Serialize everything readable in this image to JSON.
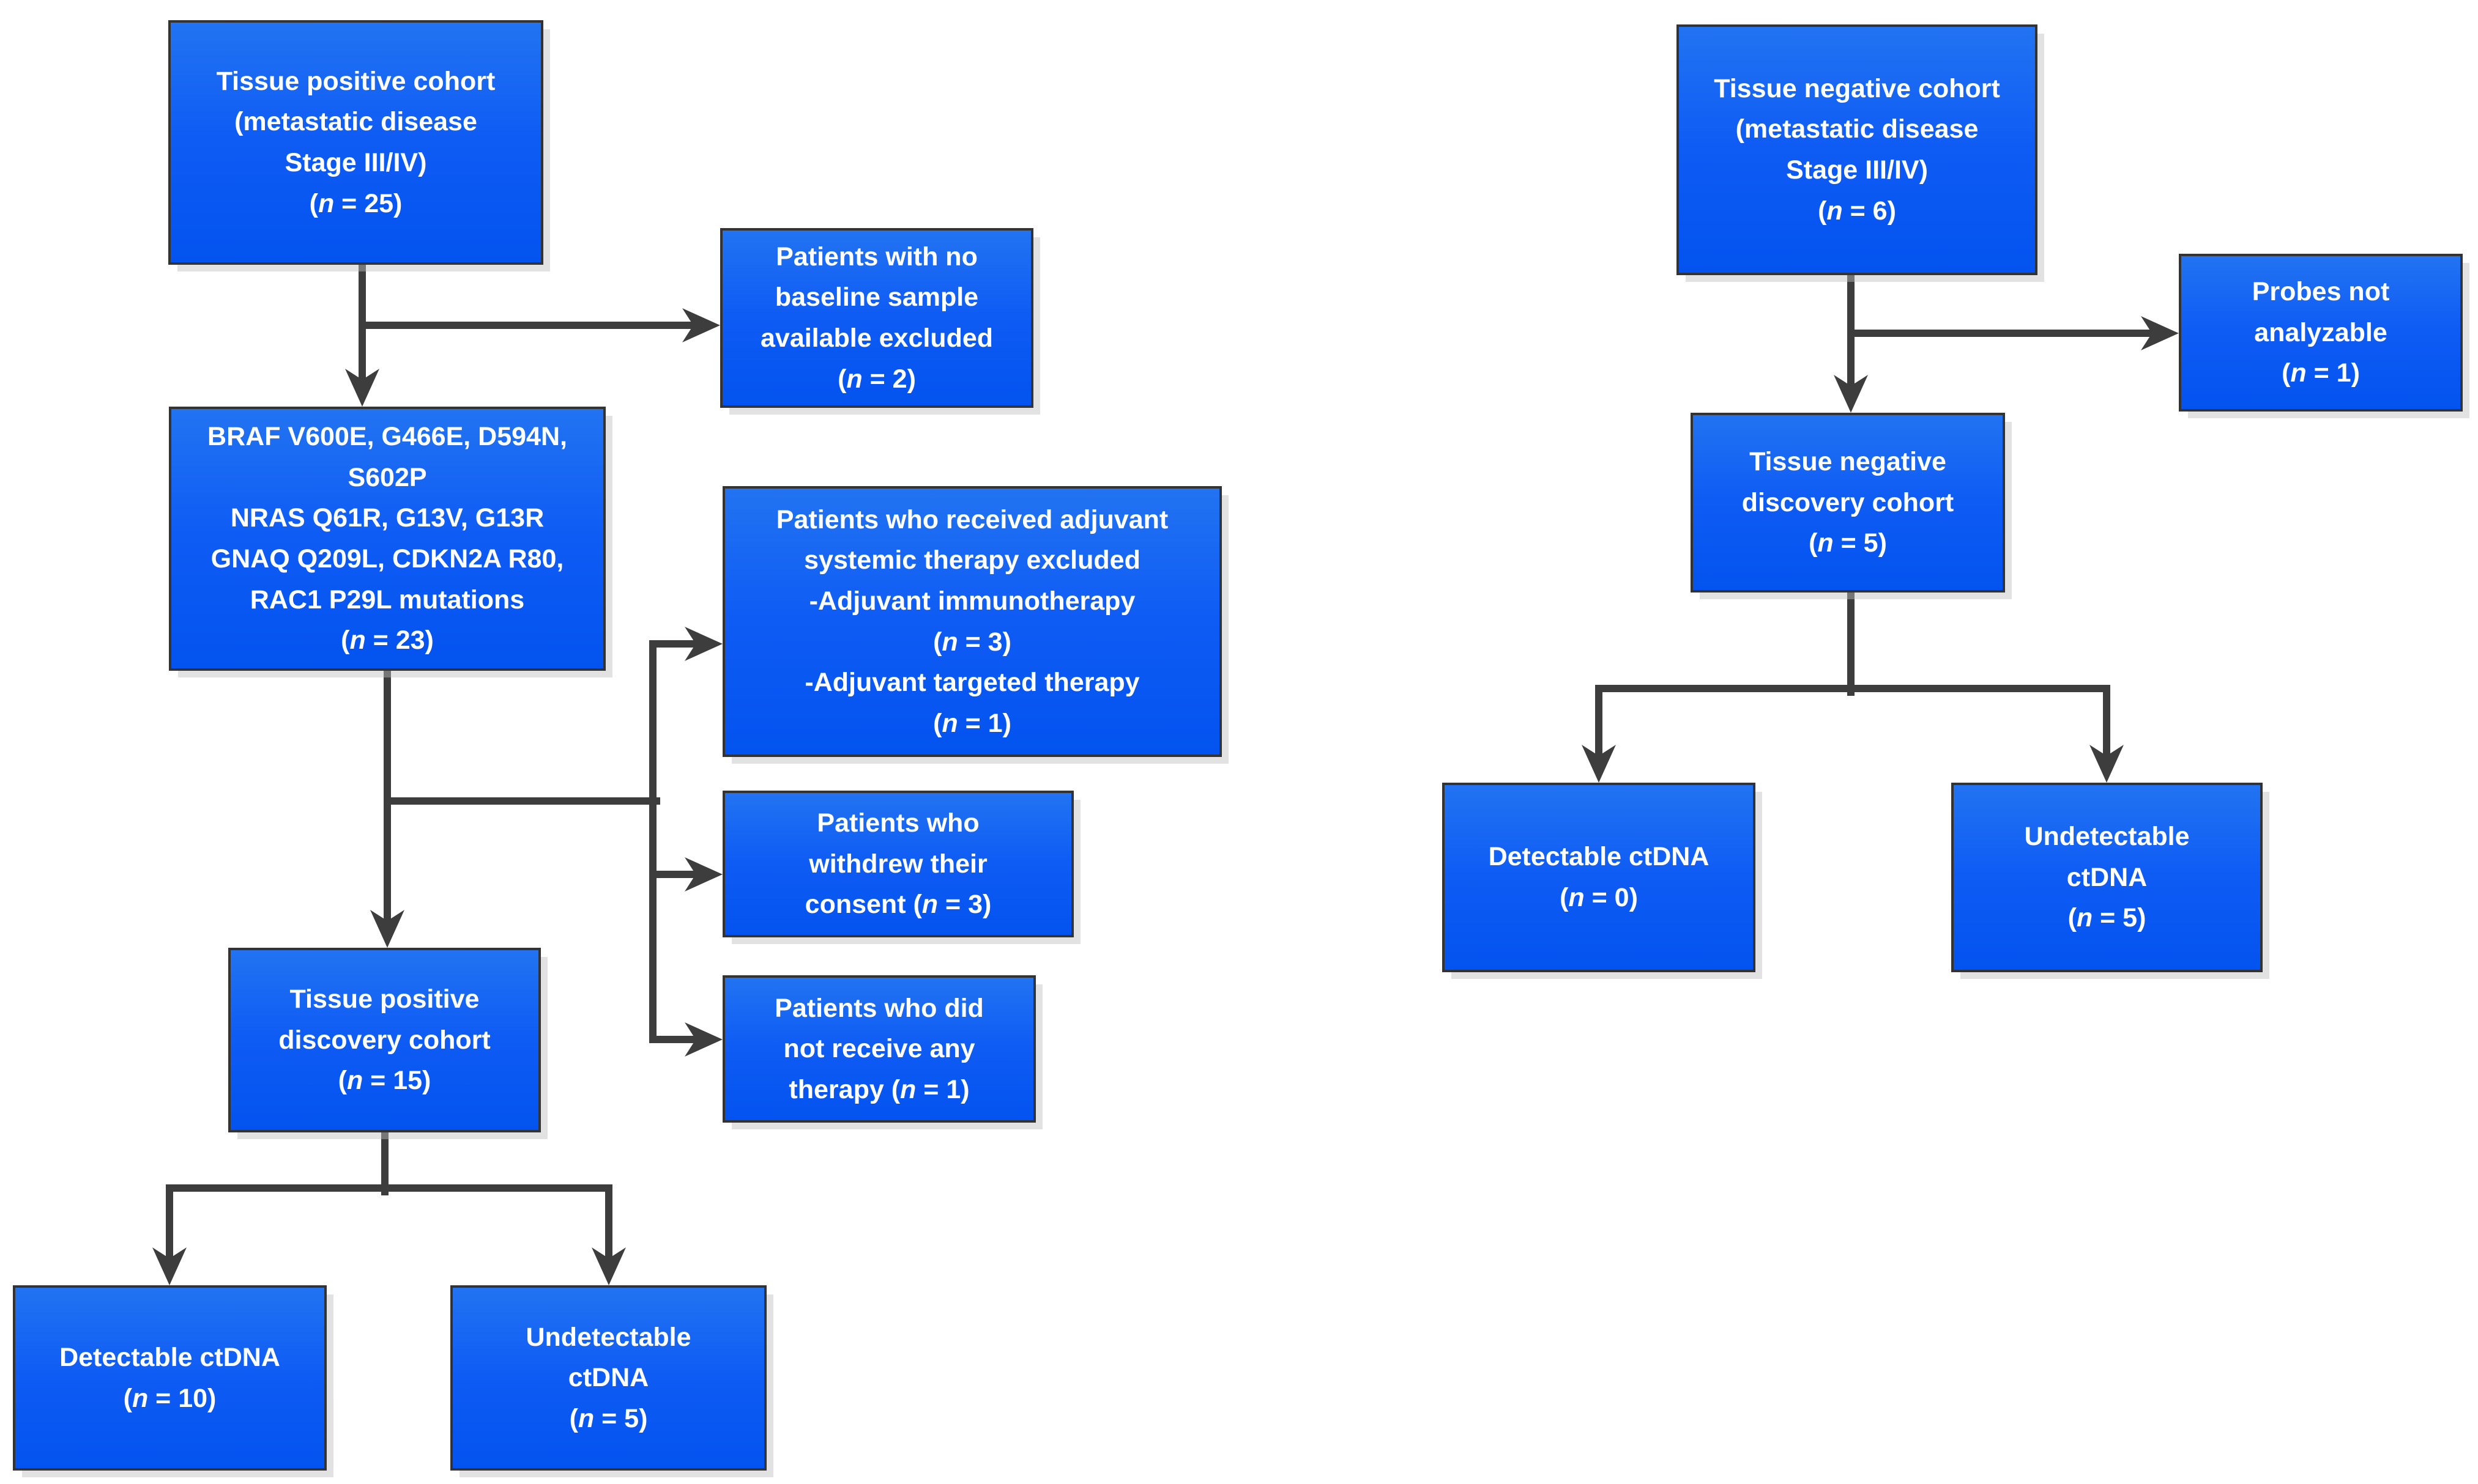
{
  "diagram": {
    "style": {
      "box_fill_top": "#2273f2",
      "box_fill_mid": "#0f5cf4",
      "box_fill_bottom": "#0353f0",
      "box_border": "#333333",
      "connector": "#3d3d3d",
      "text": "#ffffff",
      "background": "#ffffff",
      "shadow": "#c4c4c4"
    },
    "left_flow": {
      "cohort": {
        "lines": [
          "Tissue positive cohort",
          "(metastatic disease",
          "Stage III/IV)",
          "(n = 25)"
        ]
      },
      "excluded_no_baseline": {
        "lines": [
          "Patients with no",
          "baseline sample",
          "available excluded",
          "(n = 2)"
        ]
      },
      "mutations": {
        "lines": [
          "BRAF V600E, G466E, D594N,",
          "S602P",
          "NRAS Q61R, G13V, G13R",
          "GNAQ Q209L, CDKN2A R80,",
          "RAC1 P29L mutations",
          "(n = 23)"
        ]
      },
      "excluded_adjuvant": {
        "lines": [
          "Patients who received adjuvant",
          "systemic therapy excluded",
          "-Adjuvant immunotherapy",
          "(n = 3)",
          "-Adjuvant targeted therapy",
          "(n = 1)"
        ]
      },
      "withdrew_consent": {
        "lines": [
          "Patients who",
          "withdrew their",
          "consent (n = 3)"
        ]
      },
      "no_therapy": {
        "lines": [
          "Patients who did",
          "not receive any",
          "therapy (n = 1)"
        ]
      },
      "discovery": {
        "lines": [
          "Tissue positive",
          "discovery cohort",
          "(n = 15)"
        ]
      },
      "detectable": {
        "lines": [
          "Detectable ctDNA",
          "(n = 10)"
        ]
      },
      "undetectable": {
        "lines": [
          "Undetectable",
          "ctDNA",
          "(n = 5)"
        ]
      }
    },
    "right_flow": {
      "cohort": {
        "lines": [
          "Tissue negative cohort",
          "(metastatic disease",
          "Stage III/IV)",
          "(n = 6)"
        ]
      },
      "probes_not_analyzable": {
        "lines": [
          "Probes not",
          "analyzable",
          "(n = 1)"
        ]
      },
      "discovery": {
        "lines": [
          "Tissue negative",
          "discovery cohort",
          "(n = 5)"
        ]
      },
      "detectable": {
        "lines": [
          "Detectable ctDNA",
          "(n = 0)"
        ]
      },
      "undetectable": {
        "lines": [
          "Undetectable",
          "ctDNA",
          "(n = 5)"
        ]
      }
    }
  }
}
